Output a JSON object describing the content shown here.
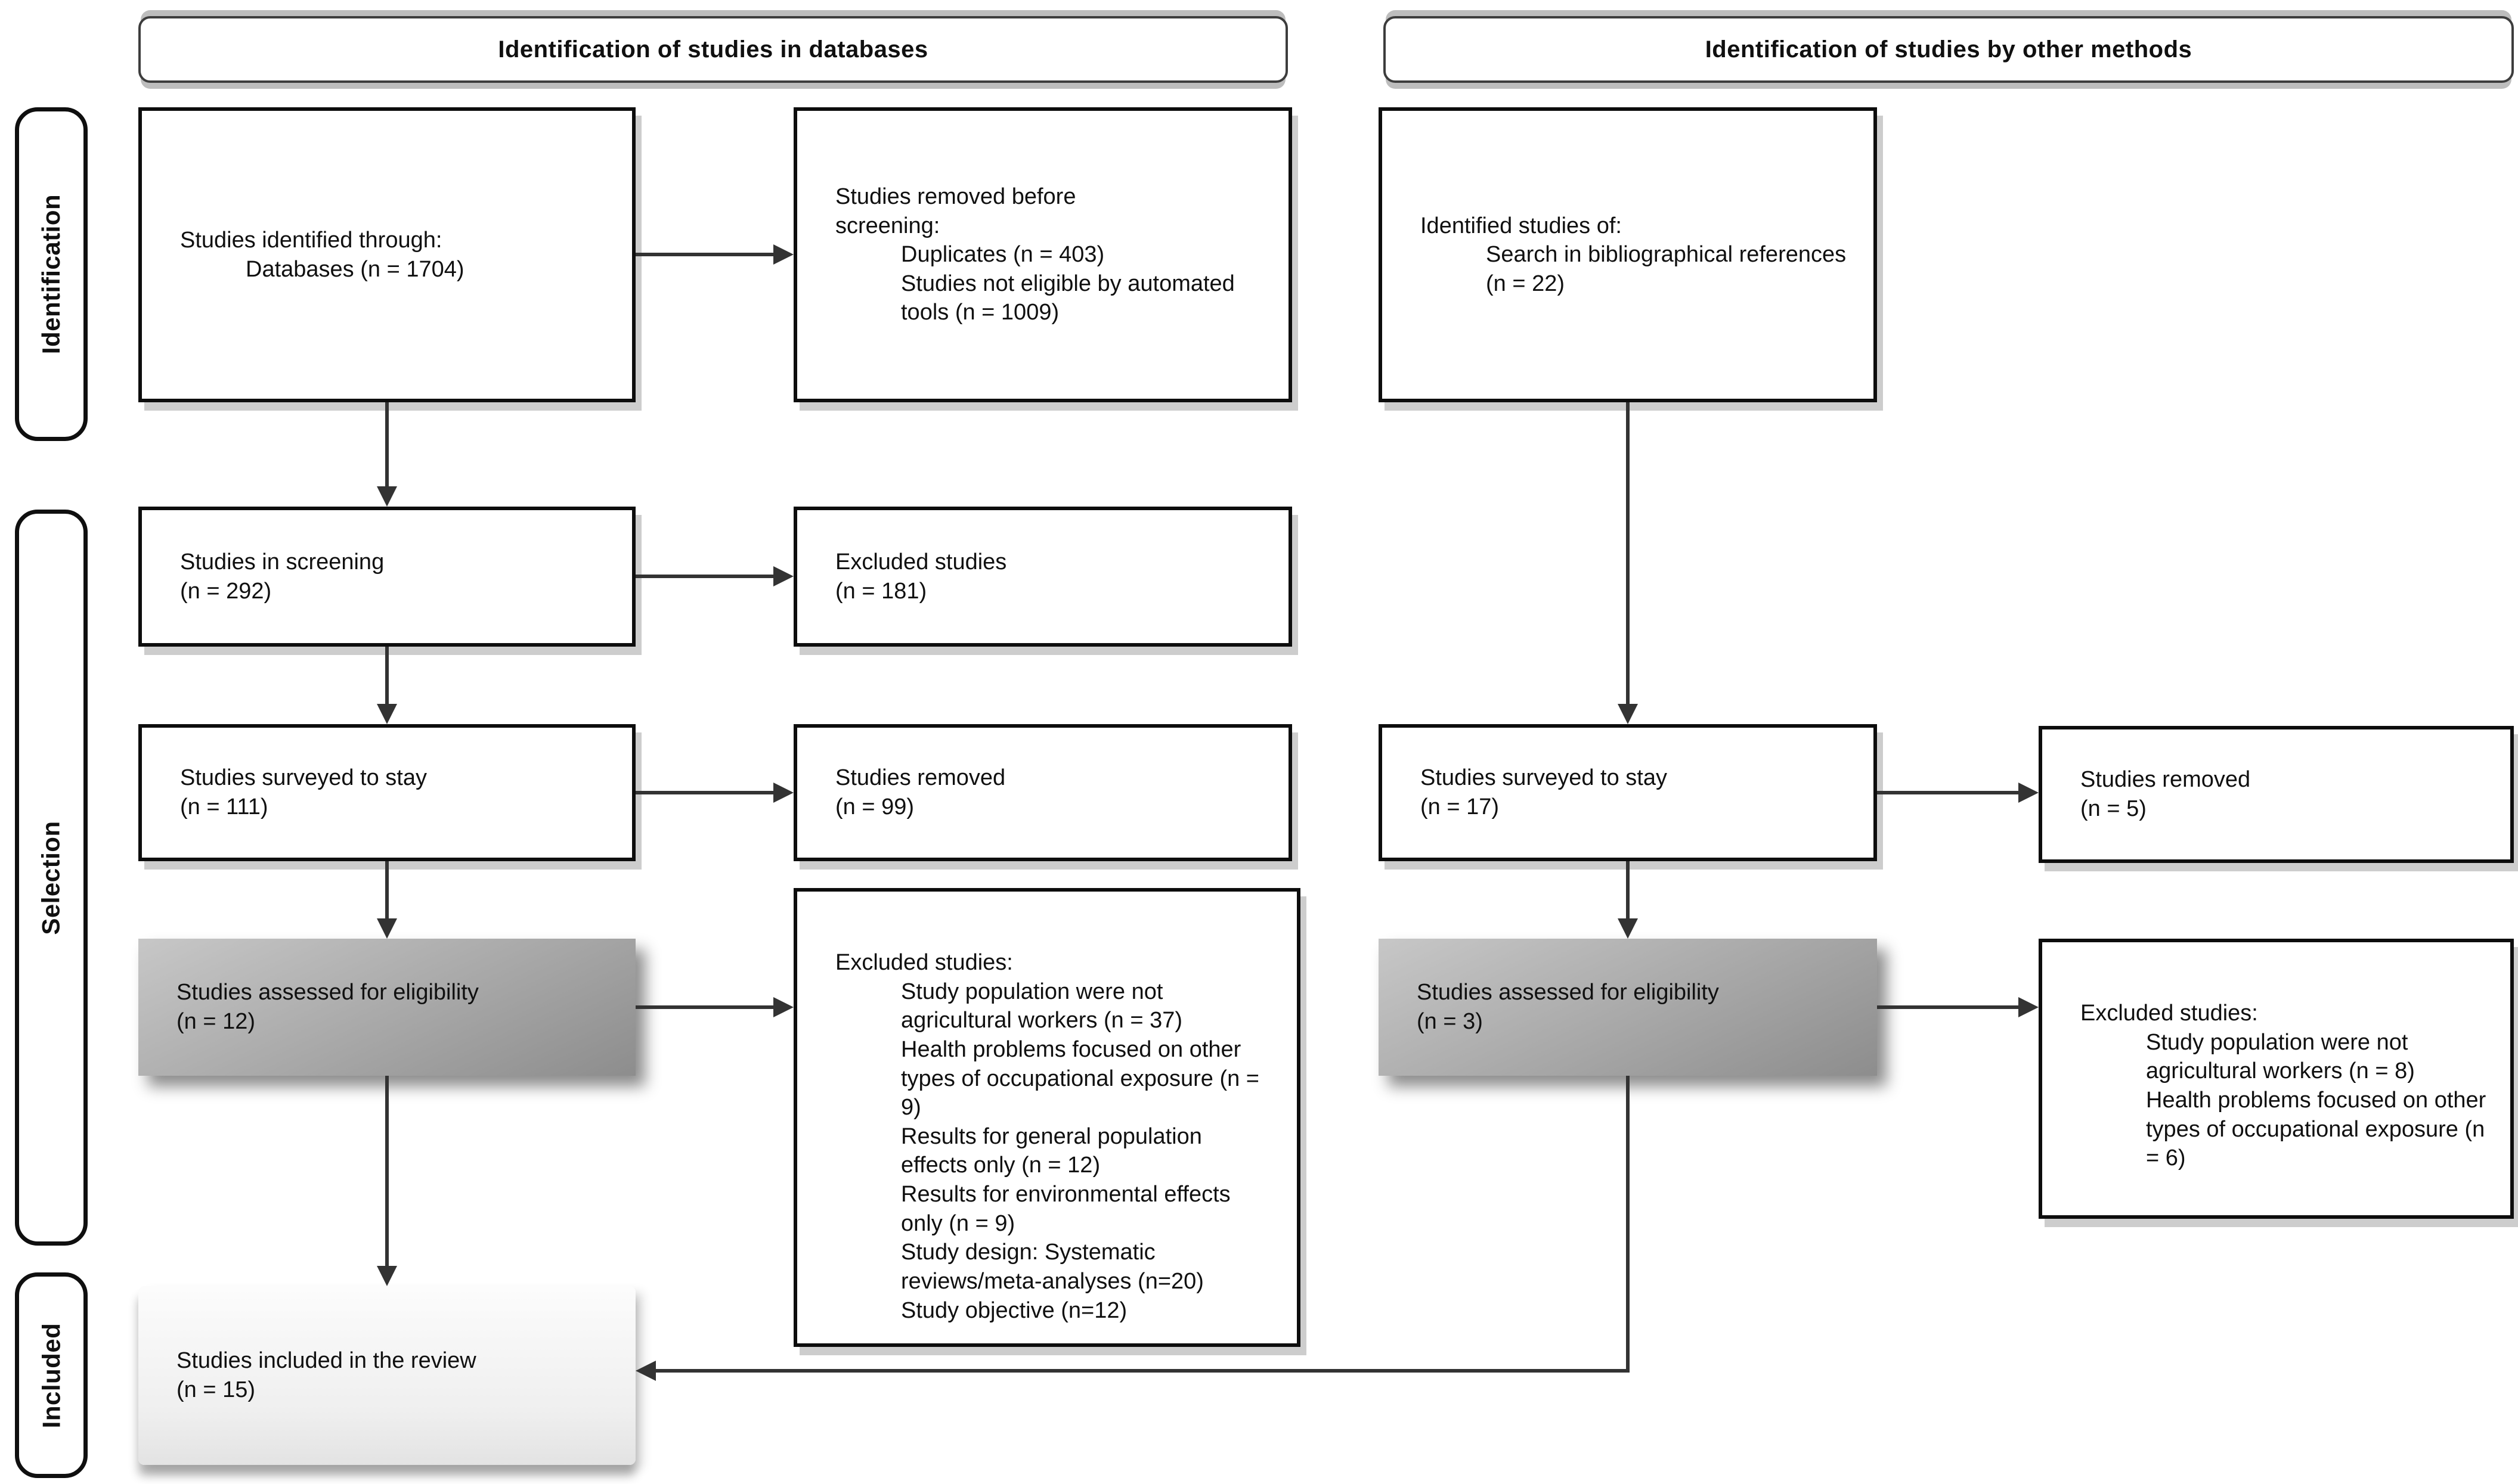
{
  "headers": {
    "databases": "Identification of studies in databases",
    "other_methods": "Identification of studies by other methods"
  },
  "side_labels": {
    "identification": "Identification",
    "selection": "Selection",
    "included": "Included"
  },
  "boxes": {
    "identified_databases": {
      "heading": "Studies identified through:",
      "items": [
        "Databases (n = 1704)"
      ]
    },
    "removed_before_screening": {
      "heading": "Studies removed before screening:",
      "items": [
        "Duplicates (n = 403)",
        "Studies not eligible by automated tools (n = 1009)"
      ]
    },
    "identified_other_methods": {
      "heading": "Identified studies of:",
      "items": [
        "Search in bibliographical references (n = 22)"
      ]
    },
    "screening": {
      "line1": "Studies in screening",
      "line2": "(n = 292)"
    },
    "excluded_screening": {
      "line1": "Excluded studies",
      "line2": "(n = 181)"
    },
    "surveyed_databases": {
      "line1": "Studies surveyed to stay",
      "line2": "(n = 111)"
    },
    "removed_databases": {
      "line1": "Studies removed",
      "line2": "(n = 99)"
    },
    "surveyed_other": {
      "line1": "Studies surveyed to stay",
      "line2": "(n = 17)"
    },
    "removed_other": {
      "line1": "Studies removed",
      "line2": "(n = 5)"
    },
    "assessed_databases": {
      "line1": "Studies assessed for eligibility",
      "line2": "(n = 12)"
    },
    "excluded_eligibility_databases": {
      "heading": "Excluded studies:",
      "items": [
        "Study population were not agricultural workers (n = 37)",
        "Health problems focused on other types of occupational exposure (n = 9)",
        "Results for general population effects only (n = 12)",
        "Results for environmental effects only (n = 9)",
        "Study design: Systematic reviews/meta-analyses (n=20)",
        "Study objective (n=12)"
      ]
    },
    "assessed_other": {
      "line1": "Studies assessed for eligibility",
      "line2": "(n = 3)"
    },
    "excluded_eligibility_other": {
      "heading": "Excluded studies:",
      "items": [
        "Study population were not agricultural workers (n = 8)",
        "Health problems focused on other types of occupational exposure (n = 6)"
      ]
    },
    "included_review": {
      "line1": "Studies included in the review",
      "line2": "(n = 15)"
    }
  }
}
